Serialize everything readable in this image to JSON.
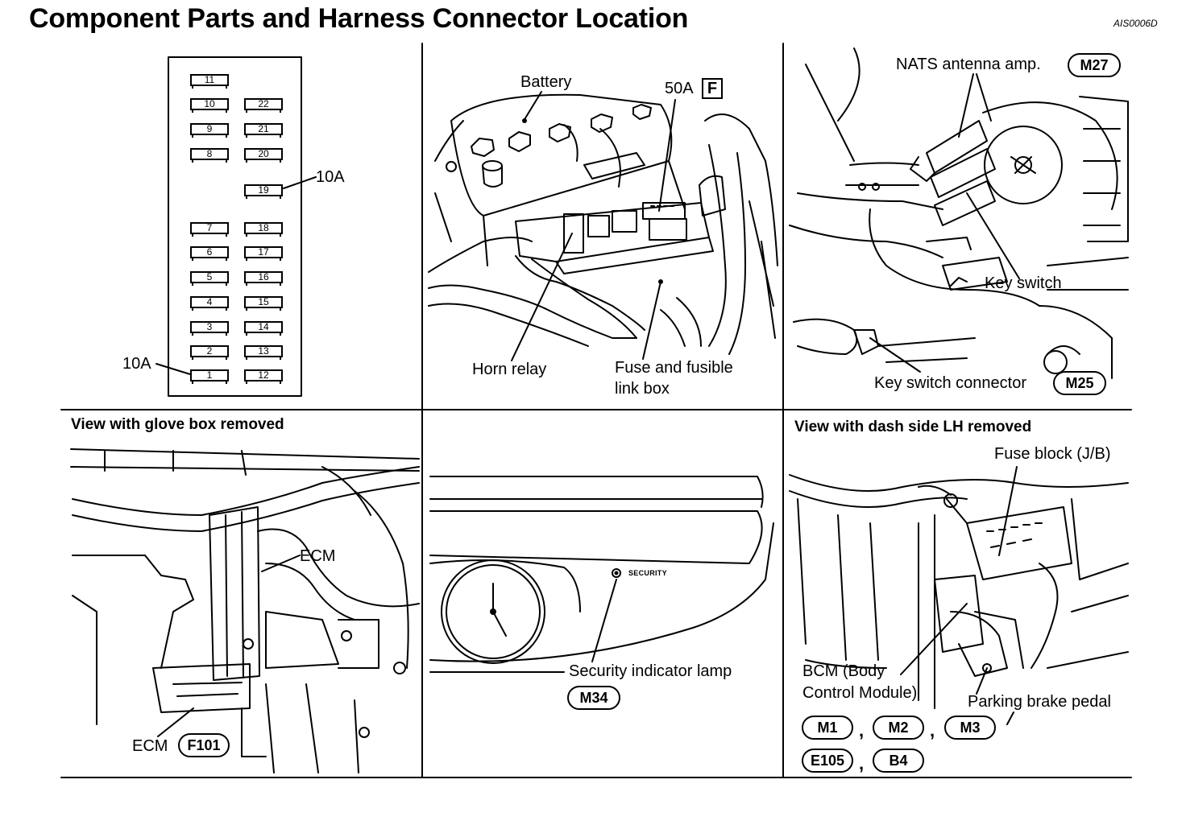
{
  "title": "Component Parts and Harness Connector Location",
  "ref_code": "AIS0006D",
  "fuse_panel": {
    "left_column": [
      "11",
      "10",
      "9",
      "8",
      "7",
      "6",
      "5",
      "4",
      "3",
      "2",
      "1"
    ],
    "right_column": [
      "22",
      "21",
      "20",
      "19",
      "18",
      "17",
      "16",
      "15",
      "14",
      "13",
      "12"
    ],
    "label_19": "10A",
    "label_1": "10A"
  },
  "engine_room": {
    "battery": "Battery",
    "fusible_link": "50A",
    "fusible_link_code": "F",
    "horn_relay": "Horn relay",
    "fuse_box_line1": "Fuse and fusible",
    "fuse_box_line2": "link box"
  },
  "steering": {
    "nats": "NATS antenna amp.",
    "nats_connector": "M27",
    "key_switch": "Key switch",
    "key_switch_connector": "Key switch connector",
    "key_switch_connector_code": "M25"
  },
  "glove_box": {
    "header": "View with glove box removed",
    "ecm_upper": "ECM",
    "ecm_lower": "ECM",
    "ecm_connector": "F101"
  },
  "instrument": {
    "security_text": "SECURITY",
    "lamp": "Security indicator lamp",
    "lamp_connector": "M34"
  },
  "dash_side": {
    "header": "View with dash side LH removed",
    "fuse_block": "Fuse block (J/B)",
    "bcm_line1": "BCM (Body",
    "bcm_line2": "Control Module)",
    "parking_brake": "Parking brake pedal",
    "connectors": [
      "M1",
      "M2",
      "M3",
      "E105",
      "B4"
    ],
    "separator": ","
  }
}
